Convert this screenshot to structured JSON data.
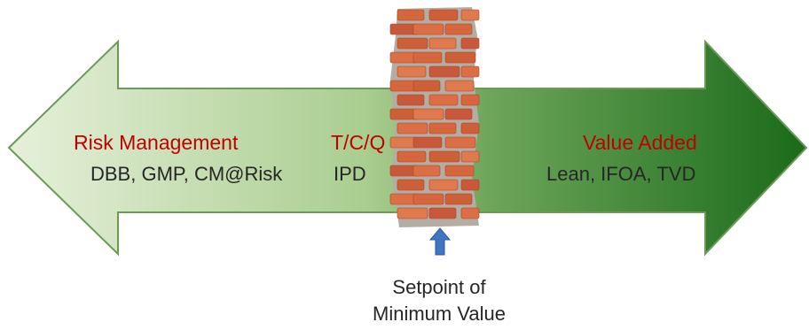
{
  "left": {
    "title": "Risk  Management",
    "subtitle": "DBB, GMP, CM@Risk"
  },
  "middle": {
    "title": "T/C/Q",
    "subtitle": "IPD"
  },
  "right": {
    "title": "Value  Added",
    "subtitle": "Lean, IFOA,  TVD"
  },
  "caption": {
    "line1": "Setpoint of",
    "line2": "Minimum Value"
  },
  "colors": {
    "arrow_light": "#e3eed7",
    "arrow_dark": "#1f6e1f",
    "arrow_edge": "#5a8f4a",
    "title": "#c00000",
    "text": "#262626",
    "brick": "#d9683e",
    "mortar": "#b6b1a8",
    "pointer": "#3f76c3"
  },
  "icons": [
    "double-arrow",
    "brick-wall",
    "up-arrow-icon"
  ]
}
